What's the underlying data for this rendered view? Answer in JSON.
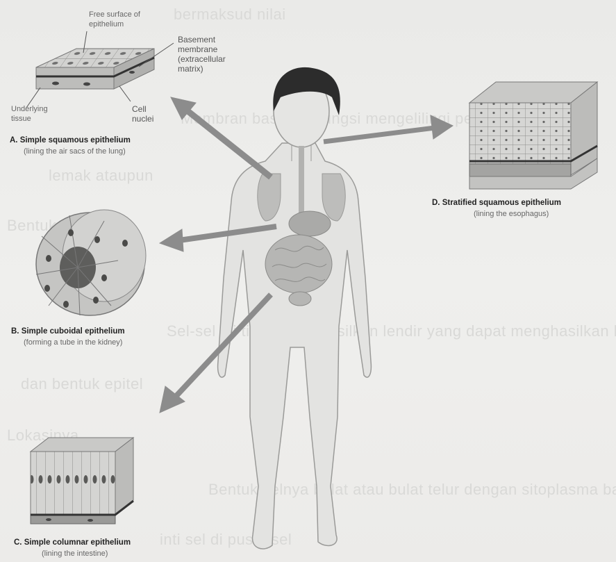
{
  "labels": {
    "free_surface": "Free surface of\nepithelium",
    "basement": "Basement\nmembrane\n(extracellular\nmatrix)",
    "underlying": "Underlying\ntissue",
    "cell_nuclei": "Cell\nnuclei"
  },
  "captions": {
    "a_title": "A. Simple squamous epithelium",
    "a_sub": "(lining the air sacs of the lung)",
    "b_title": "B. Simple cuboidal epithelium",
    "b_sub": "(forming a tube in the kidney)",
    "c_title": "C. Simple columnar epithelium",
    "c_sub": "(lining the intestine)",
    "d_title": "D. Stratified squamous epithelium",
    "d_sub": "(lining the esophagus)"
  },
  "background_text": {
    "l1": "bermaksud nilai",
    "l2": "Membran basal berfungsi mengelilingi pembuluh",
    "l3": "lemak ataupun",
    "l4": "Bentuk sel",
    "l5": "Sel-sel ini tidak menghasilkan lendir yang dapat menghasilkan kelenjar",
    "l6": "dan bentuk epitel",
    "l7": "Lokasinya",
    "l8": "Bentuk selnya bulat atau bulat telur dengan sitoplasma basofil",
    "l9": "inti sel di pusat sel"
  },
  "colors": {
    "arrow": "#8c8c8c",
    "body_fill": "#e4e4e2",
    "body_stroke": "#9a9a98",
    "hair": "#2c2c2c",
    "organ": "#a8a8a6",
    "cell": "#c8c8c6",
    "nucleus": "#5a5a58"
  }
}
